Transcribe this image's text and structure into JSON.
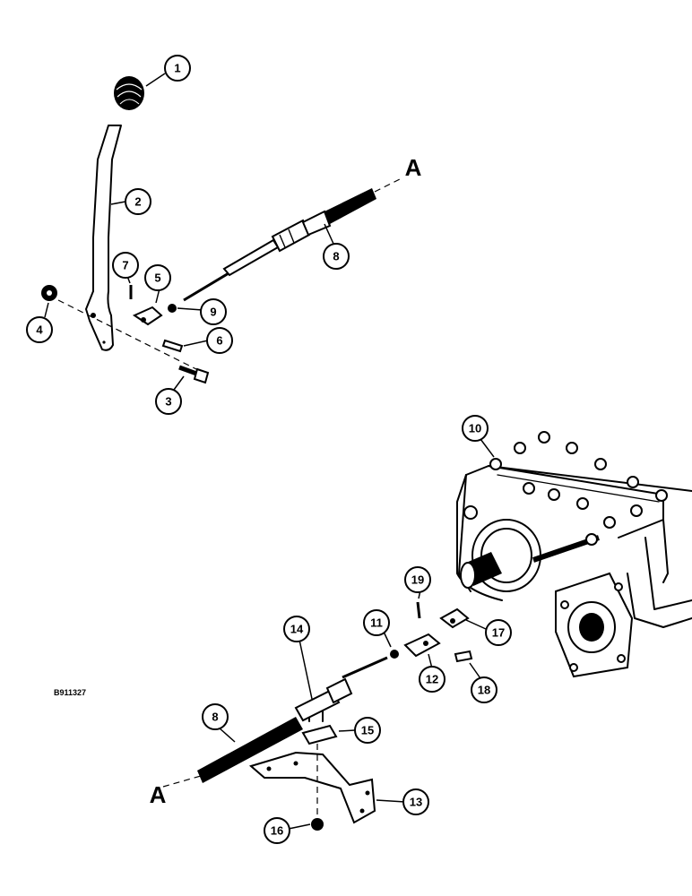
{
  "diagram": {
    "figure_code": "B911327",
    "reference_letters": [
      "A",
      "A"
    ],
    "callouts": [
      "1",
      "2",
      "3",
      "4",
      "5",
      "6",
      "7",
      "8",
      "9",
      "10",
      "11",
      "12",
      "13",
      "14",
      "15",
      "16",
      "17",
      "18",
      "19",
      "8"
    ]
  }
}
